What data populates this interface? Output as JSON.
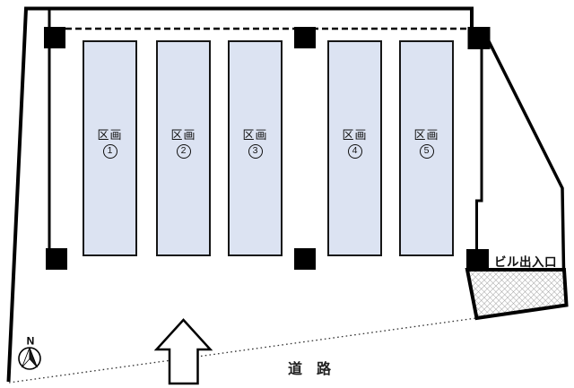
{
  "diagram": {
    "type": "site-plan",
    "sections": [
      {
        "label": "区画",
        "number": "1"
      },
      {
        "label": "区画",
        "number": "2"
      },
      {
        "label": "区画",
        "number": "3"
      },
      {
        "label": "区画",
        "number": "4"
      },
      {
        "label": "区画",
        "number": "5"
      }
    ],
    "building_entrance_label": "ビル出入口",
    "road_label": "道　路",
    "compass_north_label": "N",
    "colors": {
      "section_fill": "#dce3f2",
      "outline": "#000000",
      "hatch_line": "#9b9b9b"
    }
  }
}
